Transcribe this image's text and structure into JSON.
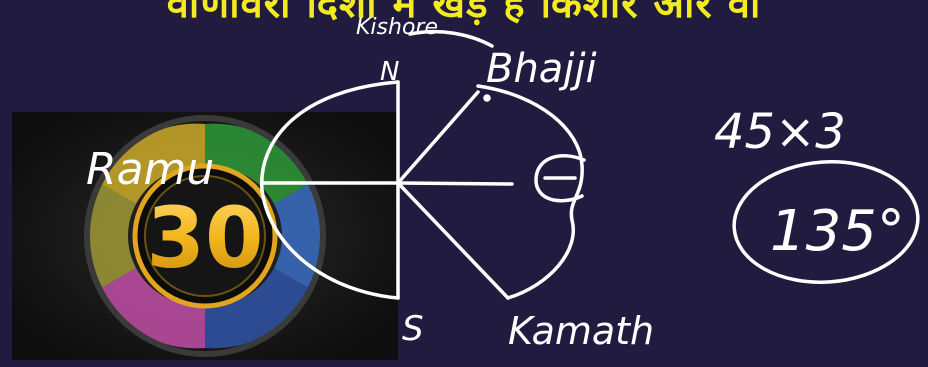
{
  "header": {
    "text": "वाणावरा दिशा में खड़े हैं किशोर और वा"
  },
  "timer": {
    "value": "30"
  },
  "annotations": {
    "north": "N",
    "south": "S",
    "kishore": "Kishore",
    "bhajji": "Bhajji",
    "ramu": "Ramu",
    "kamath": "Kamath",
    "equation": "45×3",
    "result": "135°"
  }
}
